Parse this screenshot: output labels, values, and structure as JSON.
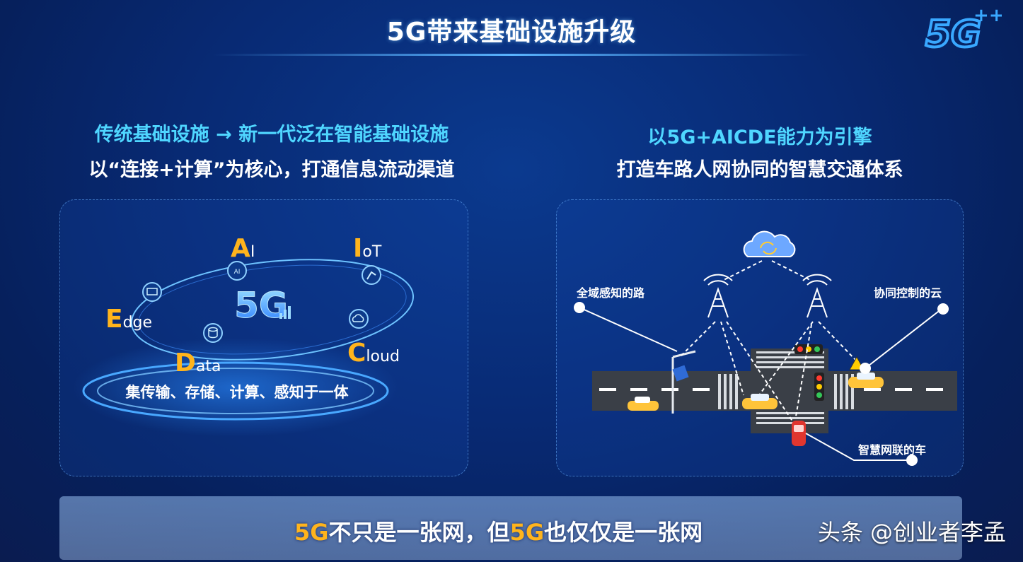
{
  "slide": {
    "title": "5G带来基础设施升级"
  },
  "logo": {
    "text": "5G",
    "plus": "++"
  },
  "left": {
    "heading": "传统基础设施 → 新一代泛在智能基础设施",
    "subheading": "以“连接+计算”为核心，打通信息流动渠道",
    "center_label": "5G",
    "items": [
      {
        "initial": "A",
        "rest": "I",
        "icon": "ai-icon"
      },
      {
        "initial": "I",
        "rest": "oT",
        "icon": "robot-arm-icon"
      },
      {
        "initial": "E",
        "rest": "dge",
        "icon": "monitor-icon"
      },
      {
        "initial": "D",
        "rest": "ata",
        "icon": "database-icon"
      },
      {
        "initial": "C",
        "rest": "loud",
        "icon": "cloud-icon"
      }
    ],
    "caption": "集传输、存储、计算、感知于一体"
  },
  "right": {
    "heading": "以5G+AICDE能力为引擎",
    "subheading": "打造车路人网协同的智慧交通体系",
    "labels": {
      "road": "全域感知的路",
      "cloud": "协同控制的云",
      "car": "智慧网联的车"
    }
  },
  "bottom": {
    "slogan_parts": [
      "5G",
      "不只是一张网，但",
      "5G",
      "也仅仅是一张网"
    ],
    "watermark": "头条 @创业者李孟"
  },
  "colors": {
    "accent_orange": "#ffb41c",
    "accent_cyan": "#4fd6ff",
    "background": "#082a74"
  }
}
